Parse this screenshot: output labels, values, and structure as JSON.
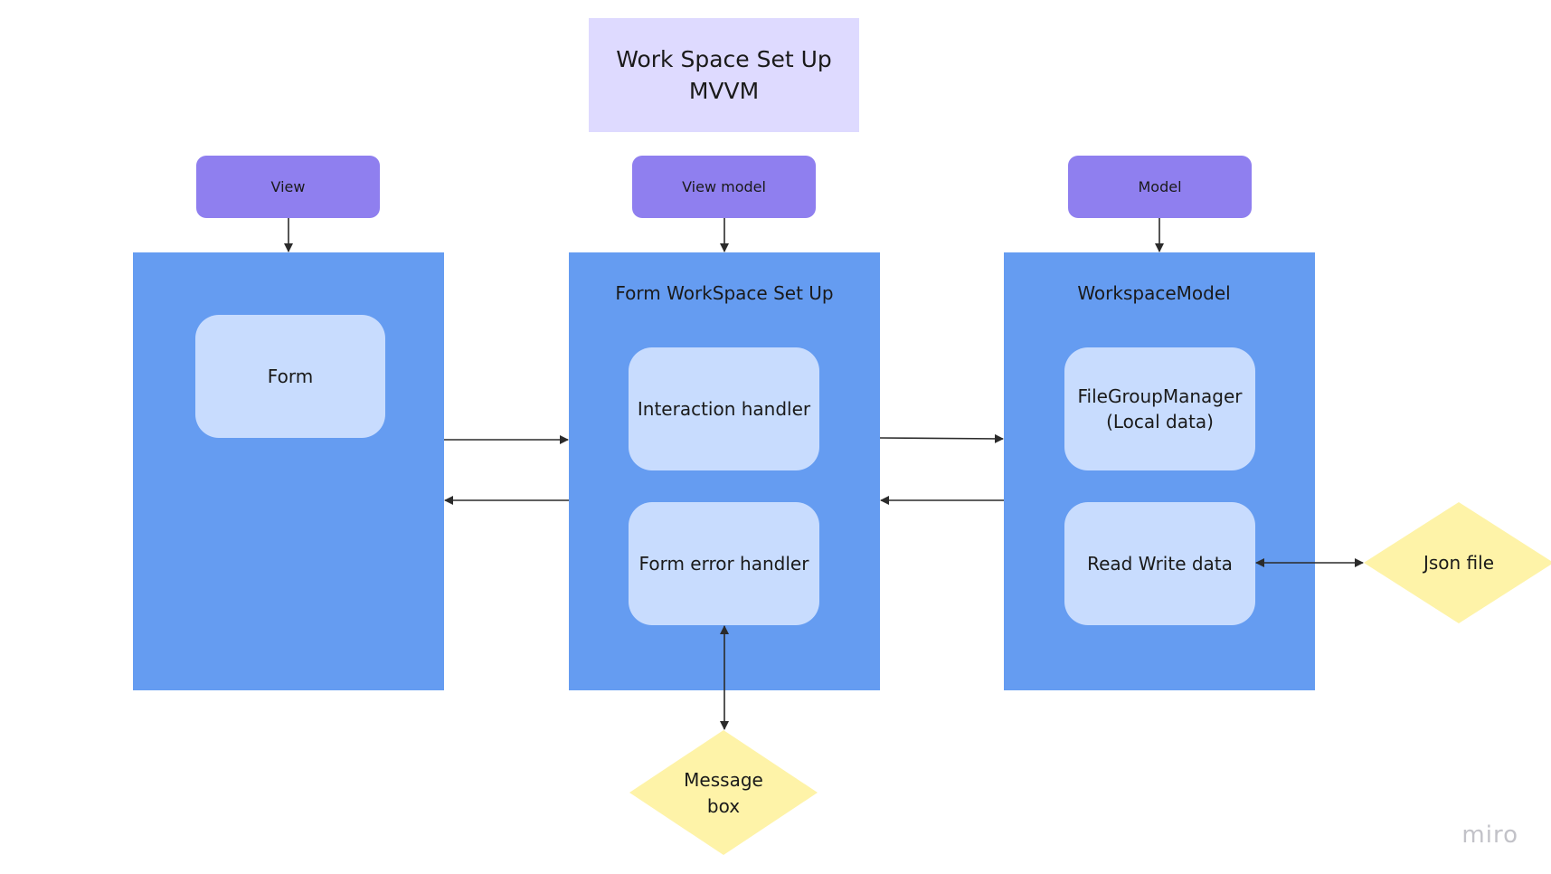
{
  "title": {
    "line1": "Work Space Set Up",
    "line2": "MVVM"
  },
  "tags": {
    "view": "View",
    "view_model": "View model",
    "model": "Model"
  },
  "panels": {
    "view": {
      "title": ""
    },
    "view_model": {
      "title": "Form WorkSpace Set Up"
    },
    "model": {
      "title": "WorkspaceModel"
    }
  },
  "cards": {
    "form": "Form",
    "interaction_handler": "Interaction handler",
    "form_error_handler": "Form error handler",
    "file_group_manager": {
      "line1": "FileGroupManager",
      "line2": "(Local data)"
    },
    "read_write_data": "Read Write data"
  },
  "diamonds": {
    "message_box": {
      "line1": "Message",
      "line2": "box"
    },
    "json_file": "Json file"
  },
  "watermark": "miro",
  "colors": {
    "title_bg": "#dedaff",
    "tag": "#8f7fef",
    "panel": "#659cf1",
    "card": "#c8dcfe",
    "diamond": "#fef3a8",
    "arrow": "#2b2b2b"
  }
}
